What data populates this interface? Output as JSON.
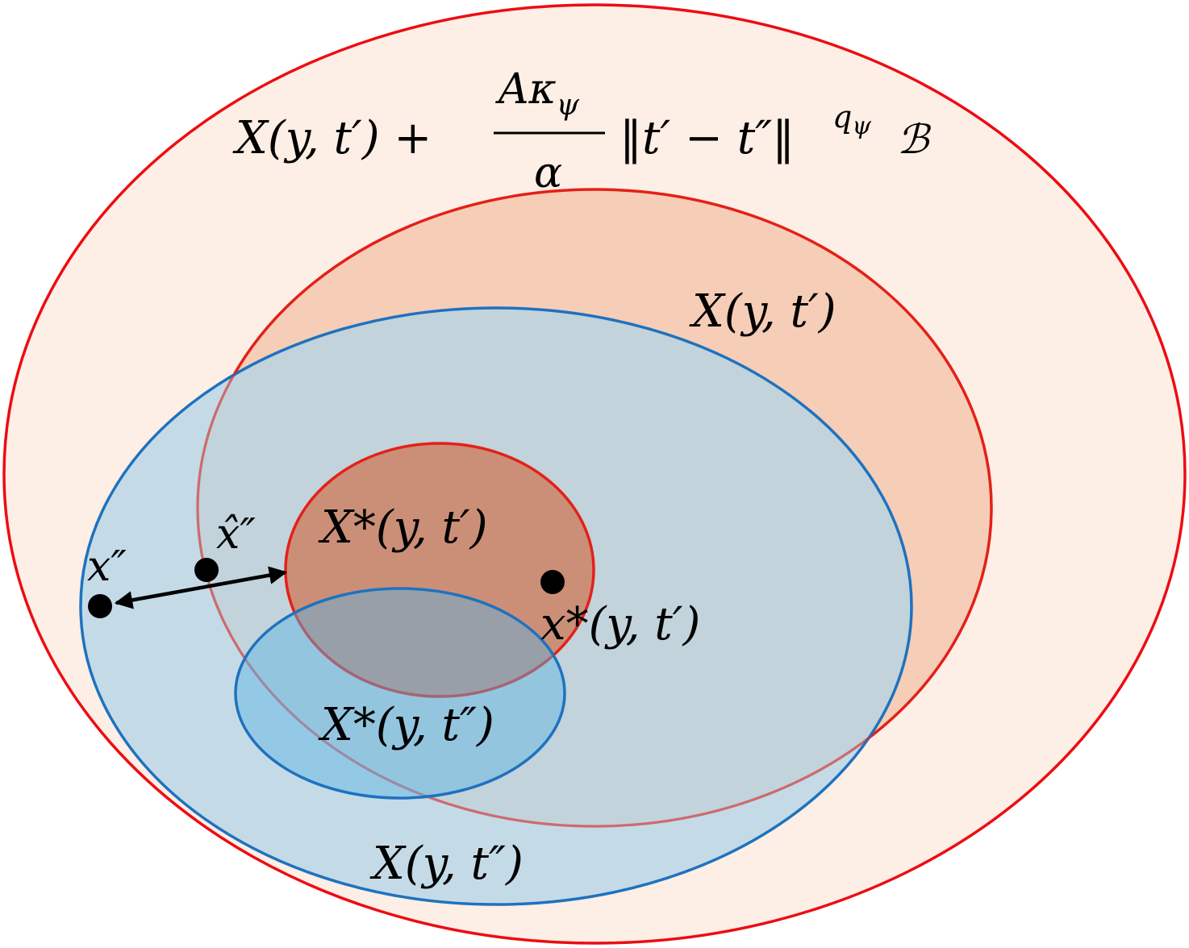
{
  "colors": {
    "outer_fill": "#fdeee6",
    "outer_stroke": "#ec0d12",
    "mid_fill": "#f6cdb7",
    "mid_stroke": "#e32119",
    "blue_big_fill": "#b0d4e7",
    "blue_big_stroke": "#1e72bf",
    "inner_red_fill": "#cb8f78",
    "blue_small_fill": "#5cb4e5",
    "dot": "#000000"
  },
  "labels": {
    "outer_lhs": "X(y, t′) +",
    "outer_frac_num": "Aκ",
    "outer_frac_num_sub": "ψ",
    "outer_frac_den": "α",
    "outer_norm": "‖t′ − t″‖",
    "outer_sup": "q",
    "outer_sup_sub": "ψ",
    "outer_ball": "ℬ",
    "x_t_prime": "X(y, t′)",
    "x_star_t_prime": "X*(y, t′)",
    "x_star_t_dprime": "X*(y, t″)",
    "x_t_dprime": "X(y, t″)",
    "pt_x_dprime": "x″",
    "pt_xhat_dprime": "x̂″",
    "pt_x_star": "x*(y, t′)"
  },
  "icons": {
    "arrow": "double-headed-arrow-icon"
  }
}
